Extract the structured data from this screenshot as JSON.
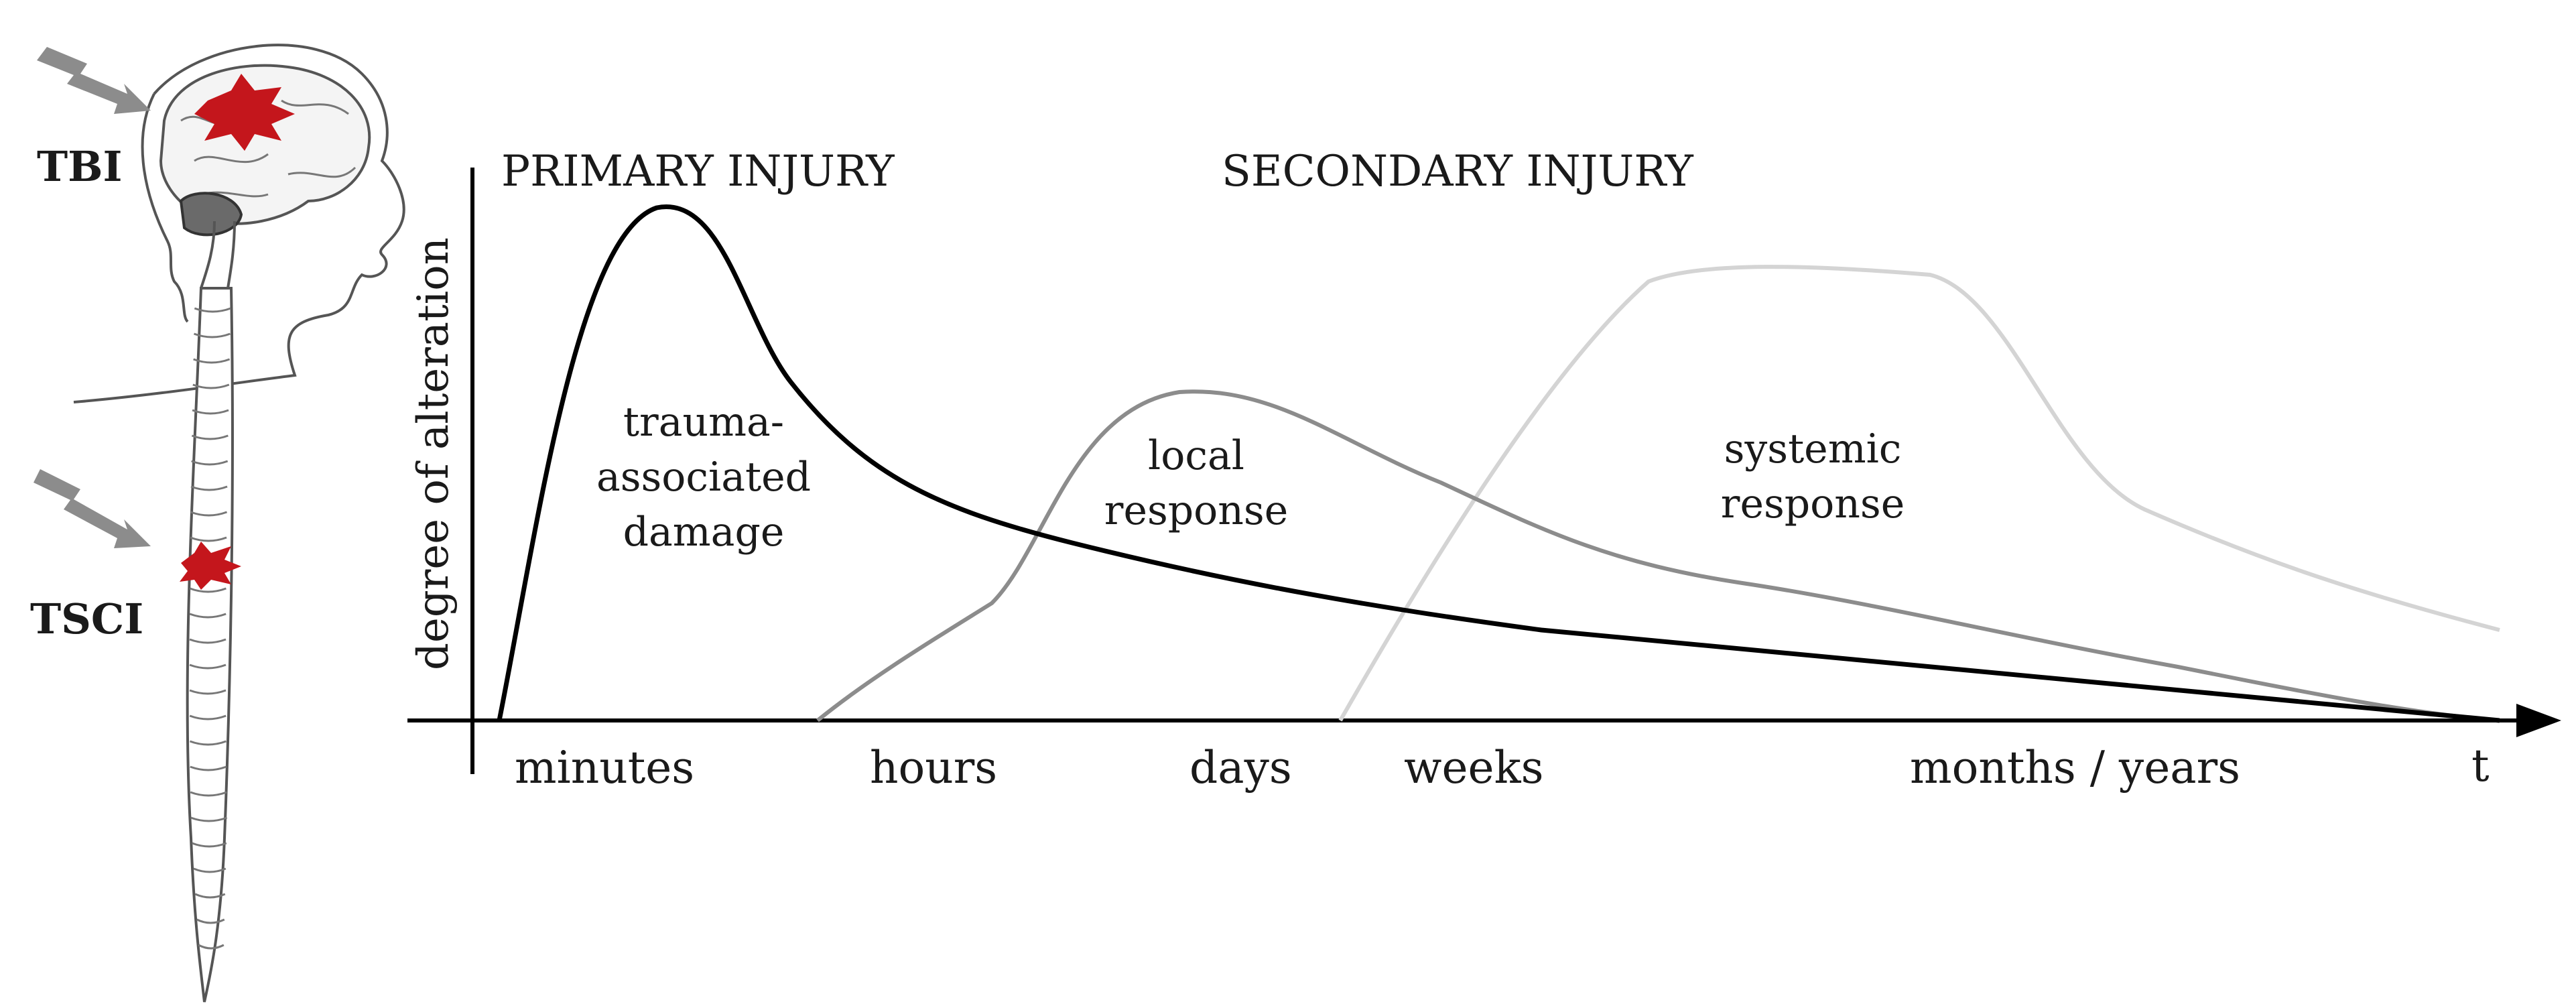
{
  "figure": {
    "phase_titles": {
      "primary": "PRIMARY INJURY",
      "secondary": "SECONDARY INJURY"
    },
    "injury_labels": {
      "tbi": "TBI",
      "tsci": "TSCI"
    },
    "axis": {
      "y_label": "degree of alteration",
      "x_end_label": "t"
    },
    "time_ticks": [
      "minutes",
      "hours",
      "days",
      "weeks",
      "months / years"
    ],
    "curves": {
      "trauma": {
        "label_lines": [
          "trauma-",
          "associated",
          "damage"
        ],
        "color": "#000000"
      },
      "local": {
        "label_lines": [
          "local",
          "response"
        ],
        "color": "#8c8c8c"
      },
      "systemic": {
        "label_lines": [
          "systemic",
          "response"
        ],
        "color": "#d4d4d4"
      }
    },
    "lesion_color": "#c4161c",
    "icons": [
      "head-brain-icon",
      "spinal-cord-icon",
      "lightning-bolt-icon"
    ]
  }
}
